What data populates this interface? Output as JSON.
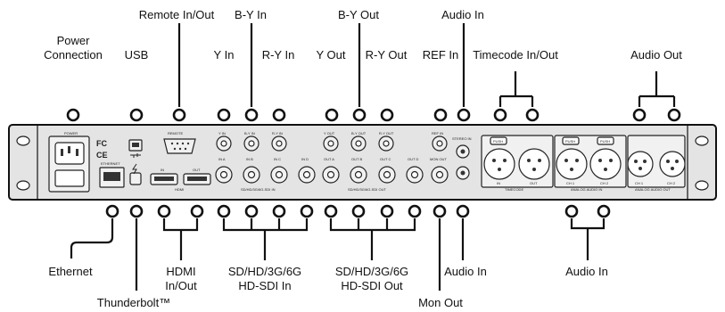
{
  "labels": {
    "power_connection_line1": "Power",
    "power_connection_line2": "Connection",
    "usb": "USB",
    "remote_in_out": "Remote In/Out",
    "y_in": "Y In",
    "b_y_in": "B-Y In",
    "r_y_in": "R-Y In",
    "y_out": "Y Out",
    "b_y_out": "B-Y Out",
    "r_y_out": "R-Y Out",
    "ref_in": "REF In",
    "audio_in_top": "Audio In",
    "timecode_in_out": "Timecode In/Out",
    "audio_out": "Audio Out",
    "ethernet": "Ethernet",
    "thunderbolt": "Thunderbolt™",
    "hdmi_line1": "HDMI",
    "hdmi_line2": "In/Out",
    "sdi_in_line1": "SD/HD/3G/6G",
    "sdi_in_line2": "HD-SDI In",
    "sdi_out_line1": "SD/HD/3G/6G",
    "sdi_out_line2": "HD-SDI Out",
    "mon_out": "Mon Out",
    "audio_in_bottom": "Audio In",
    "audio_in_right": "Audio In"
  },
  "panel": {
    "power": "POWER",
    "ce": "CE",
    "fc": "FC",
    "remote": "REMOTE",
    "ethernet": "ETHERNET",
    "hdmi_in": "IN",
    "hdmi_out": "OUT",
    "hdmi": "HDMI",
    "y_in": "Y IN",
    "by_in": "B-Y IN",
    "ry_in": "R-Y IN",
    "in_a": "IN A",
    "in_b": "IN B",
    "in_c": "IN C",
    "in_d": "IN D",
    "sdi_in_caption": "SD/HD/3G/6G-SDI IN",
    "y_out": "Y OUT",
    "by_out": "B-Y OUT",
    "ry_out": "R-Y OUT",
    "out_a": "OUT A",
    "out_b": "OUT B",
    "out_c": "OUT C",
    "out_d": "OUT D",
    "sdi_out_caption": "SD/HD/3G/6G-SDI OUT",
    "ref_in": "REF IN",
    "mon_out": "MON OUT",
    "stereo_in": "STEREO IN",
    "push": "PUSH",
    "tc_in": "IN",
    "tc_out": "OUT",
    "timecode": "TIMECODE",
    "ch1": "CH 1",
    "ch2": "CH 2",
    "analog_audio_in": "ANALOG AUDIO IN",
    "analog_audio_out": "ANALOG AUDIO OUT"
  }
}
